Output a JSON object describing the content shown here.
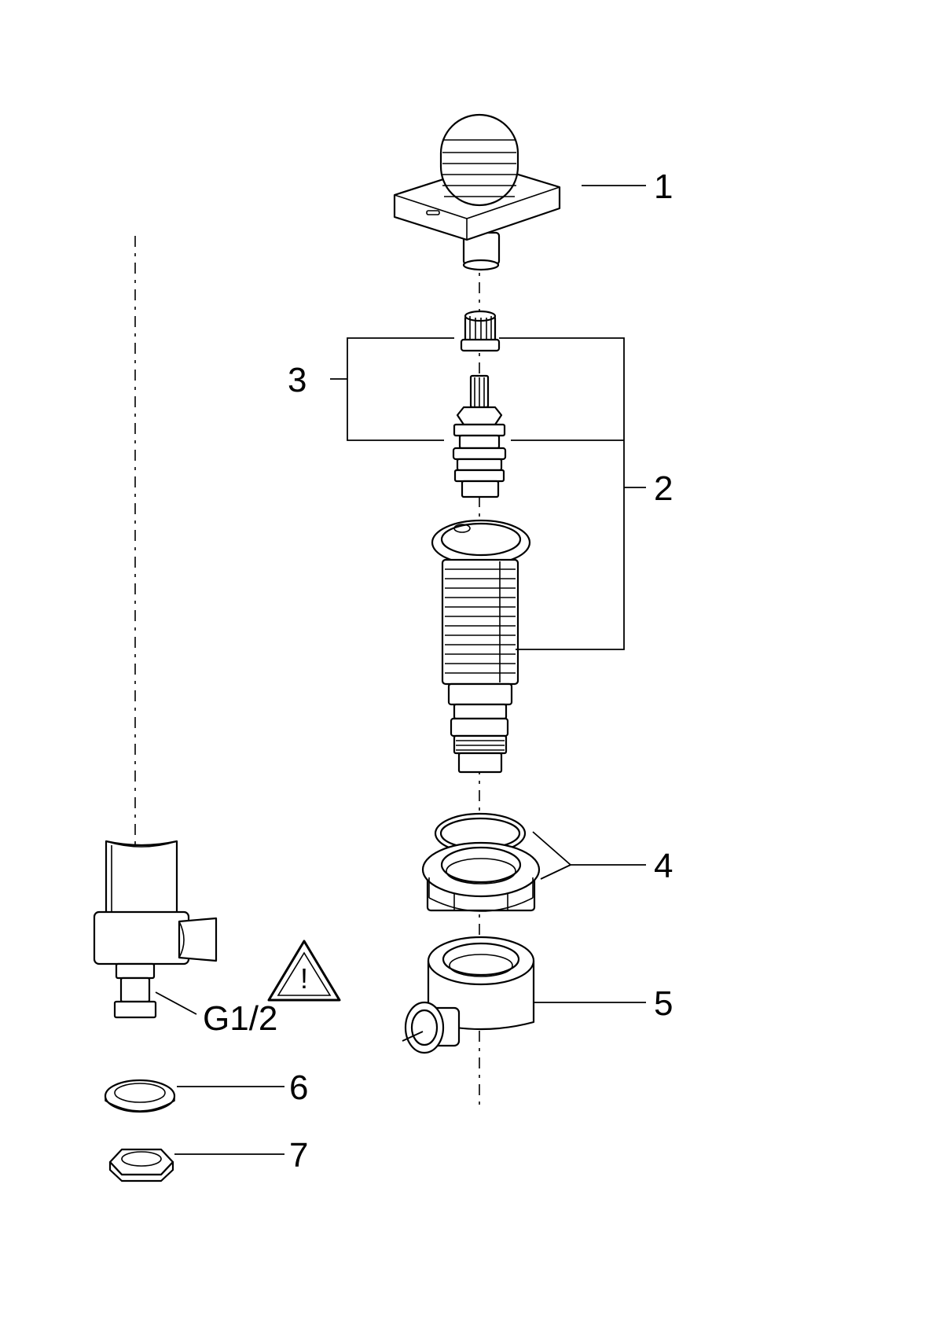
{
  "callouts": {
    "c1": "1",
    "c2": "2",
    "c3": "3",
    "c4": "4",
    "c5": "5",
    "c6": "6",
    "c7": "7",
    "thread": "G1/2"
  },
  "warning_symbol": "!",
  "colors": {
    "line": "#000000",
    "background": "#ffffff"
  }
}
